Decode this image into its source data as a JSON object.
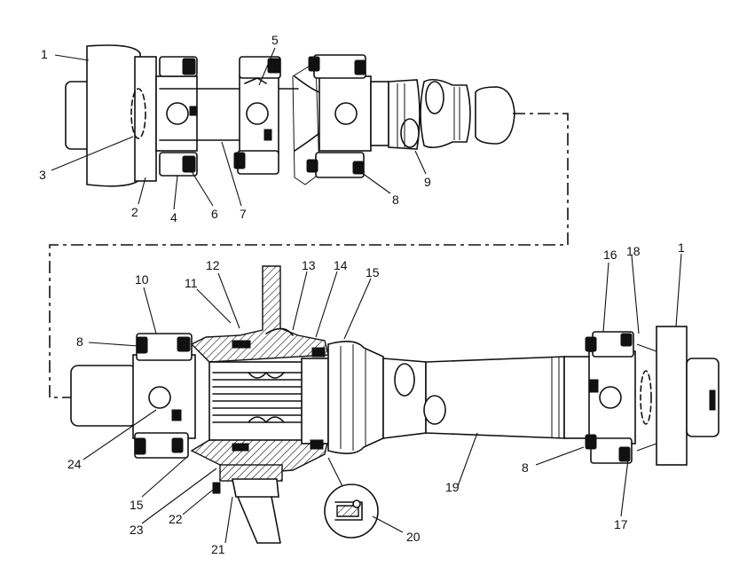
{
  "callouts": [
    {
      "id": "c1a",
      "text": "1"
    },
    {
      "id": "c5",
      "text": "5"
    },
    {
      "id": "c3",
      "text": "3"
    },
    {
      "id": "c2",
      "text": "2"
    },
    {
      "id": "c4",
      "text": "4"
    },
    {
      "id": "c6",
      "text": "6"
    },
    {
      "id": "c7",
      "text": "7"
    },
    {
      "id": "c8a",
      "text": "8"
    },
    {
      "id": "c9",
      "text": "9"
    },
    {
      "id": "c10",
      "text": "10"
    },
    {
      "id": "c11",
      "text": "11"
    },
    {
      "id": "c12",
      "text": "12"
    },
    {
      "id": "c13",
      "text": "13"
    },
    {
      "id": "c14",
      "text": "14"
    },
    {
      "id": "c15a",
      "text": "15"
    },
    {
      "id": "c16",
      "text": "16"
    },
    {
      "id": "c18",
      "text": "18"
    },
    {
      "id": "c1b",
      "text": "1"
    },
    {
      "id": "c8b",
      "text": "8"
    },
    {
      "id": "c24",
      "text": "24"
    },
    {
      "id": "c15b",
      "text": "15"
    },
    {
      "id": "c23",
      "text": "23"
    },
    {
      "id": "c22",
      "text": "22"
    },
    {
      "id": "c21",
      "text": "21"
    },
    {
      "id": "c20",
      "text": "20"
    },
    {
      "id": "c19",
      "text": "19"
    },
    {
      "id": "c8c",
      "text": "8"
    },
    {
      "id": "c17",
      "text": "17"
    }
  ]
}
